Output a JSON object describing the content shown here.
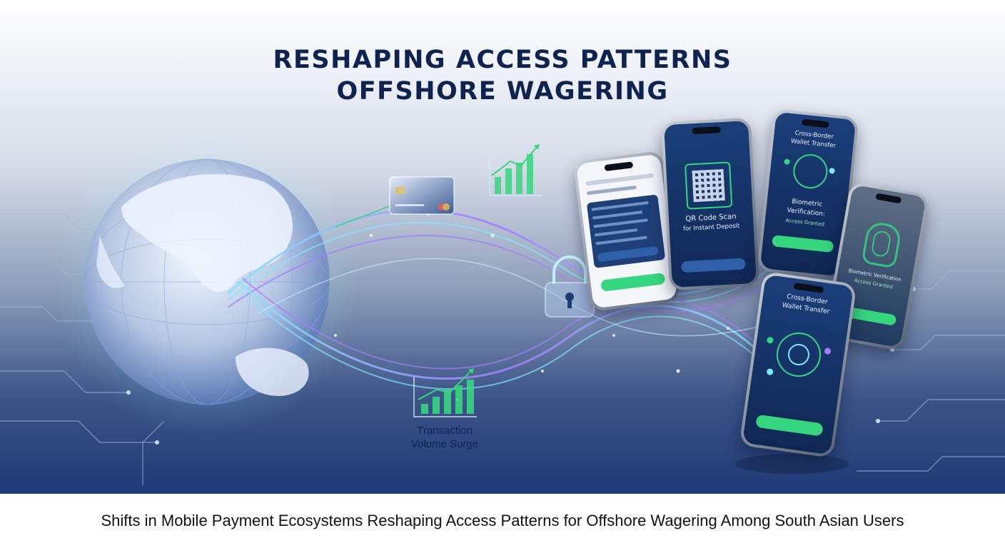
{
  "hero": {
    "title_line1": "RESHAPING ACCESS PATTERNS",
    "title_line2": "OFFSHORE WAGERING"
  },
  "phones": {
    "qr_text_line1": "QR Code Scan",
    "qr_text_line2": "for Instant Deposit",
    "wallet_text_line1": "Cross-Border",
    "wallet_text_line2": "Wallet Transfer",
    "biometric_text_line1": "Biometric",
    "biometric_text_line2": "Verification:",
    "biometric_text_line3": "Access Granted",
    "biometric_alt_line1": "Biometric Verification",
    "biometric_alt_line2": "Access Granted",
    "wallet2_text_line1": "Cross-Border",
    "wallet2_text_line2": "Wallet Transfer"
  },
  "chart_label": {
    "line1": "Transaction",
    "line2": "Volume Surge"
  },
  "caption": "Shifts in Mobile Payment Ecosystems Reshaping Access Patterns for Offshore Wagering Among South Asian Users",
  "colors": {
    "title": "#0f2350",
    "accent_green": "#36d67e",
    "accent_cyan": "#7fe8ff",
    "accent_purple": "#a67cff",
    "deep_blue": "#1e3a75"
  },
  "icons": [
    "globe-icon",
    "credit-card-icon",
    "padlock-icon",
    "bar-chart-icon",
    "qr-code-icon",
    "fingerprint-icon",
    "wallet-coin-icon"
  ]
}
